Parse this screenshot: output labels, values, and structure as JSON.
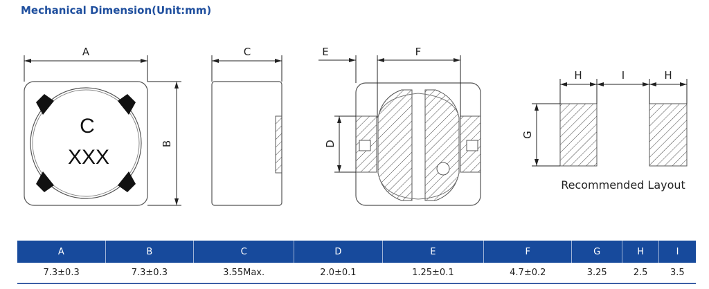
{
  "title": "Mechanical Dimension(Unit:mm)",
  "drawing": {
    "top_view": {
      "dim_a": "A",
      "dim_b": "B",
      "marking_line1": "C",
      "marking_line2": "XXX"
    },
    "side_view": {
      "dim_c": "C"
    },
    "bottom_view": {
      "dim_e": "E",
      "dim_f": "F",
      "dim_d": "D"
    },
    "layout": {
      "dim_h1": "H",
      "dim_i": "I",
      "dim_h2": "H",
      "dim_g": "G",
      "caption": "Recommended Layout"
    }
  },
  "table": {
    "headers": [
      "A",
      "B",
      "C",
      "D",
      "E",
      "F",
      "G",
      "H",
      "I"
    ],
    "values": [
      "7.3±0.3",
      "7.3±0.3",
      "3.55Max.",
      "2.0±0.1",
      "1.25±0.1",
      "4.7±0.2",
      "3.25",
      "2.5",
      "3.5"
    ]
  },
  "colors": {
    "accent": "#174a9c",
    "title": "#1f4f9e"
  }
}
